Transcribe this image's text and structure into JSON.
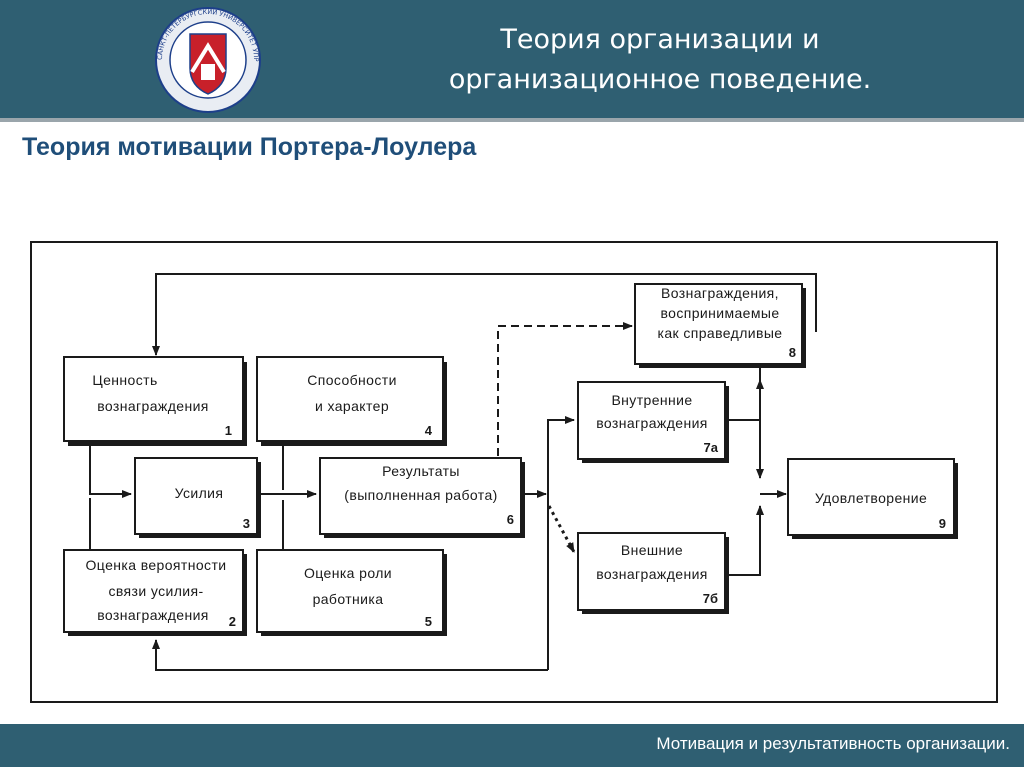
{
  "header": {
    "title_line1": "Теория организации и",
    "title_line2": "организационное поведение.",
    "emblem_text": "САНКТ-ПЕТЕРБУРГСКИЙ УНИВЕРСИТЕТ УПРАВЛЕНИЯ И ЭКОНОМИКИ"
  },
  "slide": {
    "subtitle": "Теория мотивации Портера-Лоулера"
  },
  "diagram": {
    "boxes": {
      "b1": {
        "line1": "Ценность",
        "line2": "вознаграждения",
        "num": "1"
      },
      "b3": {
        "line1": "Усилия",
        "num": "3"
      },
      "b2": {
        "line1": "Оценка вероятности",
        "line2": "связи усилия-",
        "line3": "вознаграждения",
        "num": "2"
      },
      "b4": {
        "line1": "Способности",
        "line2": "и характер",
        "num": "4"
      },
      "b5": {
        "line1": "Оценка роли",
        "line2": "работника",
        "num": "5"
      },
      "b6": {
        "line1": "Результаты",
        "line2": "(выполненная работа)",
        "num": "6"
      },
      "b8": {
        "line1": "Вознаграждения,",
        "line2": "воспринимаемые",
        "line3": "как справедливые",
        "num": "8"
      },
      "b7a": {
        "line1": "Внутренние",
        "line2": "вознаграждения",
        "num": "7а"
      },
      "b7b": {
        "line1": "Внешние",
        "line2": "вознаграждения",
        "num": "7б"
      },
      "b9": {
        "line1": "Удовлетворение",
        "num": "9"
      }
    }
  },
  "footer": {
    "text": "Мотивация и результативность организации."
  },
  "colors": {
    "header_bg": "#2f5f72",
    "subtitle": "#1f4e79",
    "line": "#1a1a1a"
  }
}
